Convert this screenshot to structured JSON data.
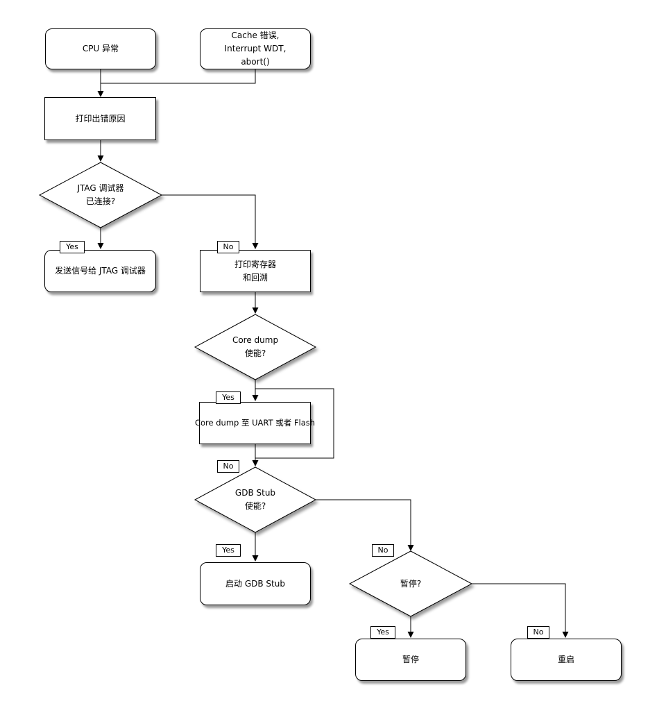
{
  "colors": {
    "background": "#ffffff",
    "stroke": "#000000",
    "node_fill": "#ffffff",
    "text": "#000000"
  },
  "nodes": {
    "cpu_exception": {
      "shape": "rounded-box",
      "lines": [
        "CPU 异常"
      ]
    },
    "cache_error": {
      "shape": "rounded-box",
      "lines": [
        "Cache 错误,",
        "Interrupt WDT,",
        "abort()"
      ]
    },
    "print_reason": {
      "shape": "box",
      "lines": [
        "打印出错原因"
      ]
    },
    "jtag_connected": {
      "shape": "diamond",
      "lines": [
        "JTAG 调试器",
        "已连接?"
      ]
    },
    "send_signal_jtag": {
      "shape": "rounded-box",
      "lines": [
        "发送信号给 JTAG 调试器"
      ]
    },
    "print_registers": {
      "shape": "box",
      "lines": [
        "打印寄存器",
        "和回溯"
      ]
    },
    "core_dump_enabled": {
      "shape": "diamond",
      "lines": [
        "Core dump",
        "使能?"
      ]
    },
    "core_dump_dest": {
      "shape": "box",
      "lines": [
        "Core dump 至 UART 或者 Flash"
      ]
    },
    "gdb_stub_enabled": {
      "shape": "diamond",
      "lines": [
        "GDB Stub",
        "使能?"
      ]
    },
    "start_gdb_stub": {
      "shape": "rounded-box",
      "lines": [
        "启动 GDB Stub"
      ]
    },
    "halt_question": {
      "shape": "diamond",
      "lines": [
        "暂停?"
      ]
    },
    "halt": {
      "shape": "rounded-box",
      "lines": [
        "暂停"
      ]
    },
    "reboot": {
      "shape": "rounded-box",
      "lines": [
        "重启"
      ]
    }
  },
  "edge_labels": {
    "jtag_yes": "Yes",
    "jtag_no": "No",
    "core_dump_yes": "Yes",
    "core_dump_no": "No",
    "gdb_yes": "Yes",
    "gdb_no": "No",
    "halt_yes": "Yes",
    "halt_no": "No"
  }
}
